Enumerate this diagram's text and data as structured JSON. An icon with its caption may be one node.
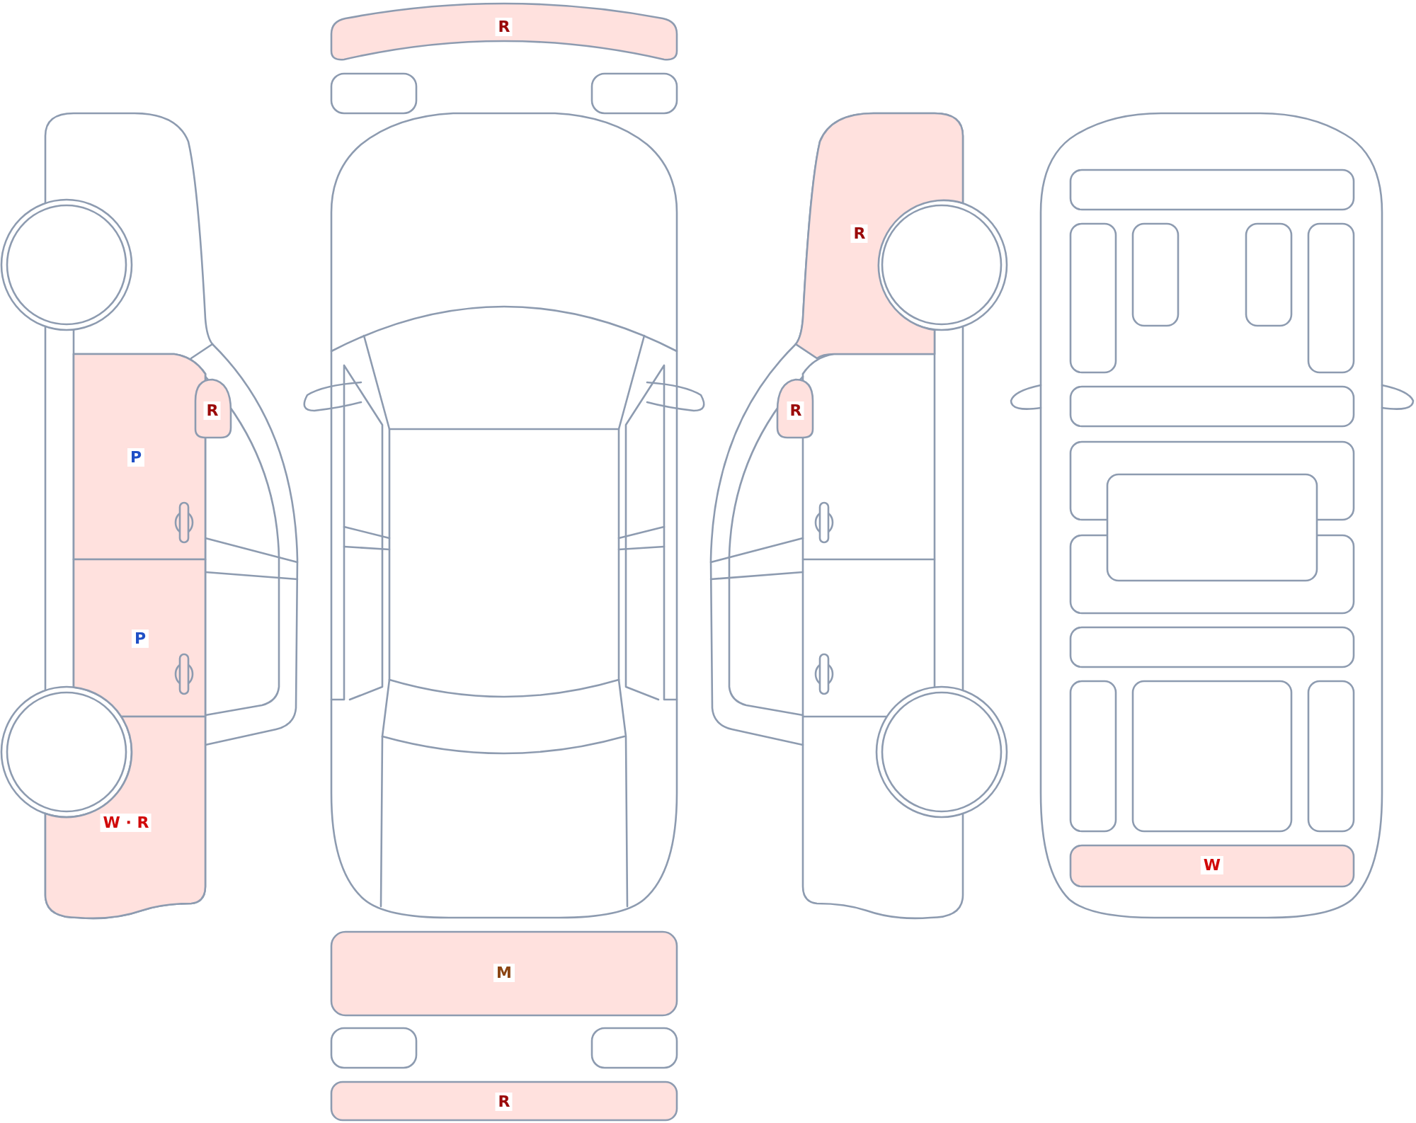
{
  "diagram": {
    "nodes": [
      {
        "text": [
          "R"
        ]
      },
      {
        "text": [
          "R"
        ]
      },
      {
        "text": [
          "R"
        ]
      },
      {
        "text": [
          "R"
        ]
      },
      {
        "text": [
          "P"
        ]
      },
      {
        "text": [
          "P"
        ]
      },
      {
        "text": [
          "W · R"
        ]
      },
      {
        "text": [
          "W"
        ]
      },
      {
        "text": [
          "M"
        ]
      },
      {
        "text": [
          "R"
        ]
      }
    ]
  }
}
